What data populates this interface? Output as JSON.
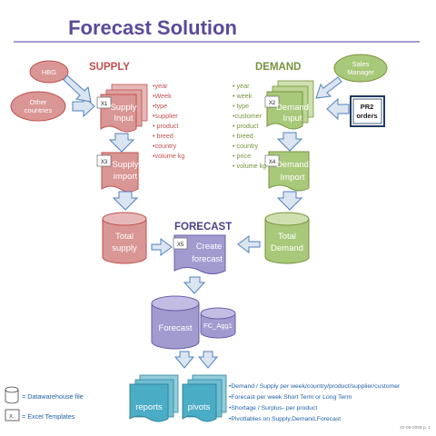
{
  "title": "Forecast Solution",
  "colors": {
    "title": "#5c4a99",
    "rule": "#8a7ab8",
    "supply": "#c0504d",
    "supply_fill": "#d99694",
    "demand": "#77933c",
    "demand_fill": "#a9c97a",
    "forecast": "#6b5fa8",
    "forecast_fill": "#a29bd0",
    "data_fill": "#4bacc6",
    "note": "#1f5fa8",
    "arrow_fill": "#dbe5f1",
    "arrow_stroke": "#4f81bd"
  },
  "sections": {
    "supply": "SUPPLY",
    "demand": "DEMAND",
    "forecast": "FORECAST"
  },
  "sources": {
    "hbg": "HBG",
    "other_line1": "Other",
    "other_line2": "countries",
    "sales_line1": "Sales",
    "sales_line2": "Manager",
    "pr2_line1": "PR2",
    "pr2_line2": "orders"
  },
  "boxes": {
    "x1": "X1",
    "supply_input_1": "Supply",
    "supply_input_2": "Input",
    "x3": "X3",
    "supply_import_1": "Supply",
    "supply_import_2": "import",
    "x2": "X2",
    "demand_input_1": "Demand",
    "demand_input_2": "Input",
    "x4": "X4",
    "demand_import_1": "Demand",
    "demand_import_2": "Import",
    "x5": "X5",
    "create_forecast_1": "Create",
    "create_forecast_2": "forecast"
  },
  "databases": {
    "total_supply_1": "Total",
    "total_supply_2": "supply",
    "total_demand_1": "Total",
    "total_demand_2": "Demand",
    "forecast": "Forecast",
    "fc_agg": "FC_Agg1"
  },
  "supply_fields": [
    "•year",
    "•Week",
    "•type",
    "•supplier",
    "• product",
    "• breed",
    "•country",
    "•volume kg"
  ],
  "demand_fields": [
    "• year",
    "• week",
    "• type",
    "•customer",
    "• product",
    "• breed",
    "• country",
    "• price",
    "• volume kg"
  ],
  "outputs": {
    "reports": "reports",
    "pivots": "pivots"
  },
  "notes": [
    "•Demand / Supply per week/country/product/supplier/customer",
    "•Forecast per week Short Term or Long Term",
    "•Shortage / Surplus- per product",
    "•Pivottables on Supply,Demand,Forecast"
  ],
  "legend": {
    "db_label": "= Datawarehouse file",
    "tpl_key": "X..",
    "tpl_label": "= Excel Templates"
  },
  "footer": "22-05-2009 p. 1"
}
